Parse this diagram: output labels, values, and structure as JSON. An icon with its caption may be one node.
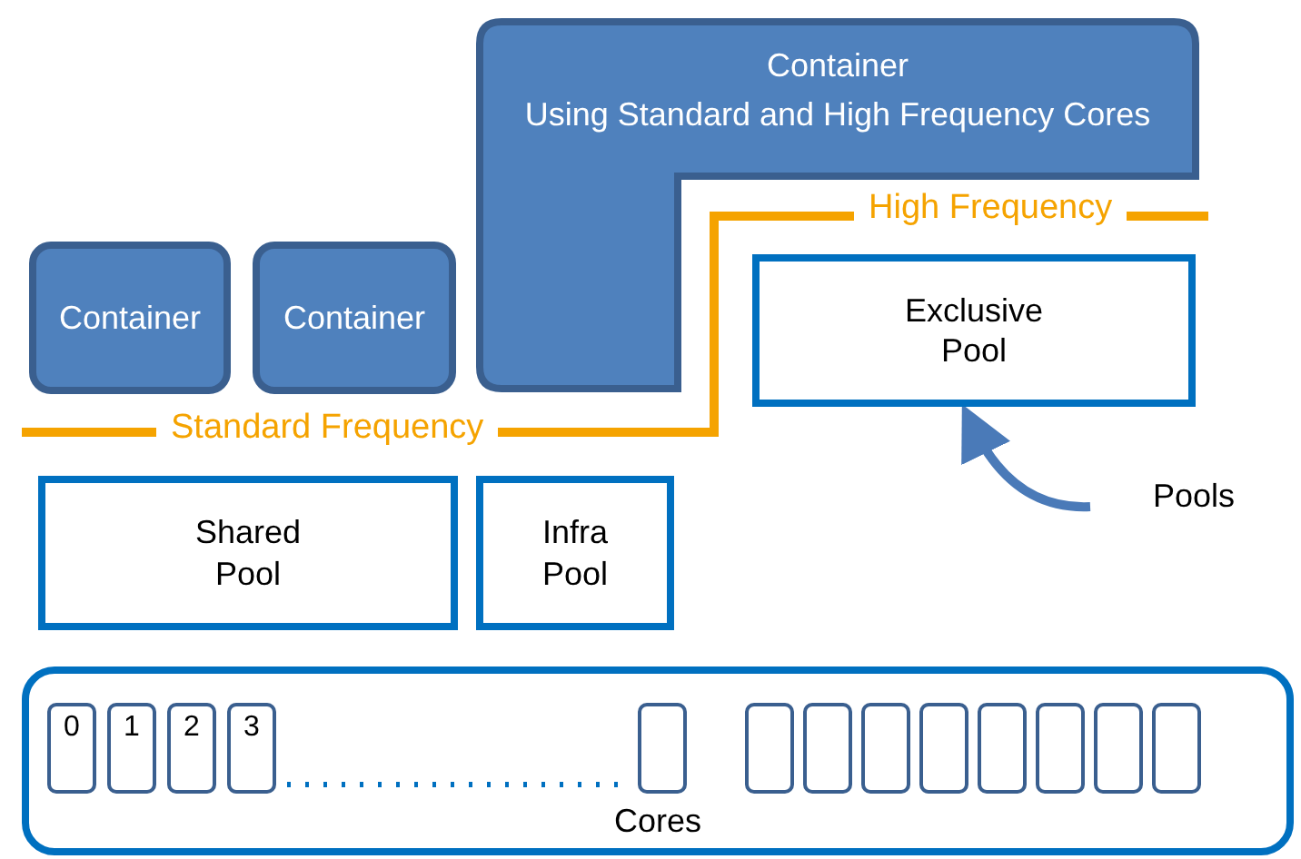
{
  "diagram": {
    "nodes": [
      {
        "text": [
          "Container"
        ]
      },
      {
        "text": [
          "Container"
        ]
      },
      {
        "text": [
          "Container",
          "Using Standard and High Frequency Cores"
        ]
      },
      {
        "text": [
          "Exclusive Pool"
        ]
      },
      {
        "text": [
          "Pools"
        ]
      },
      {
        "text": [
          "Shared Pool"
        ]
      },
      {
        "text": [
          "Infra Pool"
        ]
      },
      {
        "text": [
          "Cores"
        ]
      },
      {
        "text": [
          "0"
        ],
        "in": 7
      },
      {
        "text": [
          "1"
        ],
        "in": 7
      },
      {
        "text": [
          "2"
        ],
        "in": 7
      },
      {
        "text": [
          "3"
        ],
        "in": 7
      },
      {
        "text": [],
        "shape": "box",
        "in": 7
      },
      {
        "text": [],
        "shape": "box",
        "in": 7
      },
      {
        "text": [],
        "shape": "box",
        "in": 7
      },
      {
        "text": [],
        "shape": "box",
        "in": 7
      },
      {
        "text": [],
        "shape": "box",
        "in": 7
      },
      {
        "text": [],
        "shape": "box",
        "in": 7
      },
      {
        "text": [],
        "shape": "box",
        "in": 7
      },
      {
        "text": [],
        "shape": "box",
        "in": 7
      },
      {
        "text": [],
        "shape": "box",
        "in": 7
      }
    ],
    "edges": [
      {
        "from": 4,
        "to": 3,
        "arrow": "to"
      }
    ],
    "labels": [
      "High Frequency",
      "Standard Frequency"
    ]
  }
}
